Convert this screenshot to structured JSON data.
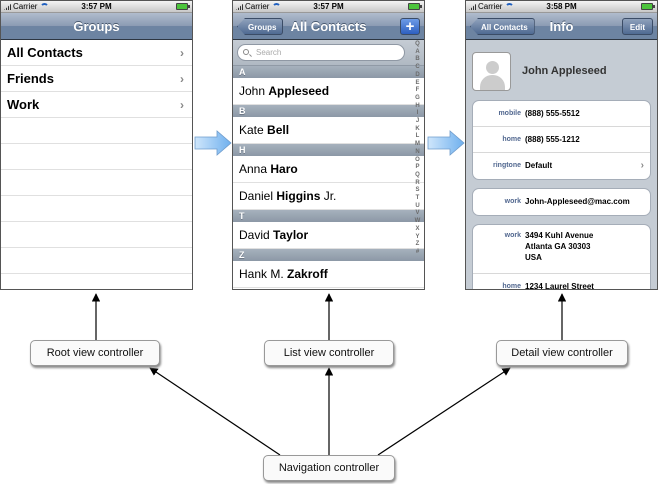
{
  "status_bars": [
    {
      "carrier": "Carrier",
      "time": "3:57 PM"
    },
    {
      "carrier": "Carrier",
      "time": "3:57 PM"
    },
    {
      "carrier": "Carrier",
      "time": "3:58 PM"
    }
  ],
  "groups_screen": {
    "title": "Groups",
    "rows": [
      "All Contacts",
      "Friends",
      "Work"
    ]
  },
  "contacts_screen": {
    "back_label": "Groups",
    "title": "All Contacts",
    "add_label": "+",
    "search_placeholder": "Search",
    "sections": [
      {
        "header": "A",
        "contacts": [
          {
            "first": "John",
            "last": "Appleseed",
            "suffix": ""
          }
        ]
      },
      {
        "header": "B",
        "contacts": [
          {
            "first": "Kate",
            "last": "Bell",
            "suffix": ""
          }
        ]
      },
      {
        "header": "H",
        "contacts": [
          {
            "first": "Anna",
            "last": "Haro",
            "suffix": ""
          },
          {
            "first": "Daniel",
            "last": "Higgins",
            "suffix": "Jr."
          }
        ]
      },
      {
        "header": "T",
        "contacts": [
          {
            "first": "David",
            "last": "Taylor",
            "suffix": ""
          }
        ]
      },
      {
        "header": "Z",
        "contacts": [
          {
            "first": "Hank M.",
            "last": "Zakroff",
            "suffix": ""
          }
        ]
      }
    ],
    "index": [
      "Q",
      "A",
      "B",
      "C",
      "D",
      "E",
      "F",
      "G",
      "H",
      "I",
      "J",
      "K",
      "L",
      "M",
      "N",
      "O",
      "P",
      "Q",
      "R",
      "S",
      "T",
      "U",
      "V",
      "W",
      "X",
      "Y",
      "Z",
      "#"
    ]
  },
  "info_screen": {
    "back_label": "All Contacts",
    "title": "Info",
    "edit_label": "Edit",
    "name": "John Appleseed",
    "phones": [
      {
        "label": "mobile",
        "value": "(888) 555-5512"
      },
      {
        "label": "home",
        "value": "(888) 555-1212"
      },
      {
        "label": "ringtone",
        "value": "Default"
      }
    ],
    "email": {
      "label": "work",
      "value": "John-Appleseed@mac.com"
    },
    "address": {
      "label": "work",
      "lines": [
        "3494 Kuhl Avenue",
        "Atlanta GA 30303",
        "USA"
      ]
    },
    "address2": {
      "label": "home",
      "value": "1234 Laurel Street"
    }
  },
  "boxes": {
    "root": "Root view controller",
    "list": "List view controller",
    "detail": "Detail view controller",
    "navigation": "Navigation controller"
  },
  "colors": {
    "nav_bar": "#6d84a2",
    "section_header": "#98a3b0",
    "arrow_fill": "#8ec2f2",
    "info_background": "#c5ccd4"
  }
}
